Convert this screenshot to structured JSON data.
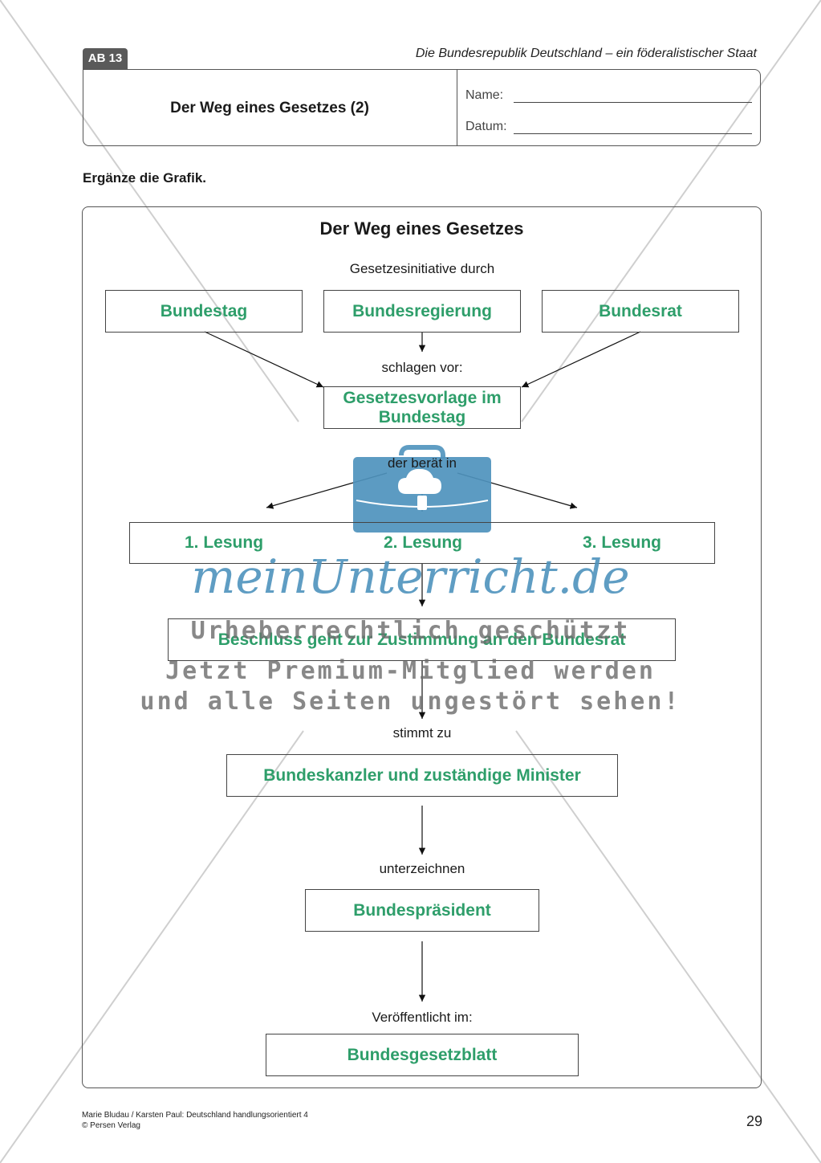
{
  "header": {
    "tag": "AB 13",
    "series_title": "Die Bundesrepublik Deutschland – ein föderalistischer Staat",
    "sheet_title": "Der Weg eines Gesetzes (2)",
    "name_label": "Name:",
    "date_label": "Datum:"
  },
  "task": "Ergänze die Grafik.",
  "diagram": {
    "title": "Der Weg eines Gesetzes",
    "initiative_label": "Gesetzesinitiative durch",
    "initiators": [
      "Bundestag",
      "Bundesregierung",
      "Bundesrat"
    ],
    "propose_label": "schlagen vor:",
    "draft": "Gesetzesvorlage im Bundestag",
    "deliberation_label": "der berät in",
    "readings": [
      "1. Lesung",
      "2. Lesung",
      "3. Lesung"
    ],
    "resolution": "Beschluss geht zur Zustimmung an den Bundesrat",
    "approve_label": "stimmt zu",
    "signers": "Bundeskanzler und zuständige Minister",
    "sign_label": "unterzeichnen",
    "president": "Bundespräsident",
    "publish_label": "Veröffentlicht im:",
    "gazette": "Bundesgesetzblatt"
  },
  "watermark": {
    "logo_text": "meinUnterricht.de",
    "line1": "Urheberrechtlich geschützt",
    "line2": "Jetzt Premium-Mitglied werden",
    "line3": "und alle Seiten ungestört sehen!",
    "icon": "briefcase-cloud-icon"
  },
  "footer": {
    "credit_line1": "Marie Bludau / Karsten Paul: Deutschland handlungsorientiert 4",
    "credit_line2": "© Persen Verlag",
    "page_number": "29"
  },
  "colors": {
    "answer_green": "#2e9e6a",
    "watermark_blue": "#4e92bd",
    "tag_gray": "#5a5a5a"
  }
}
